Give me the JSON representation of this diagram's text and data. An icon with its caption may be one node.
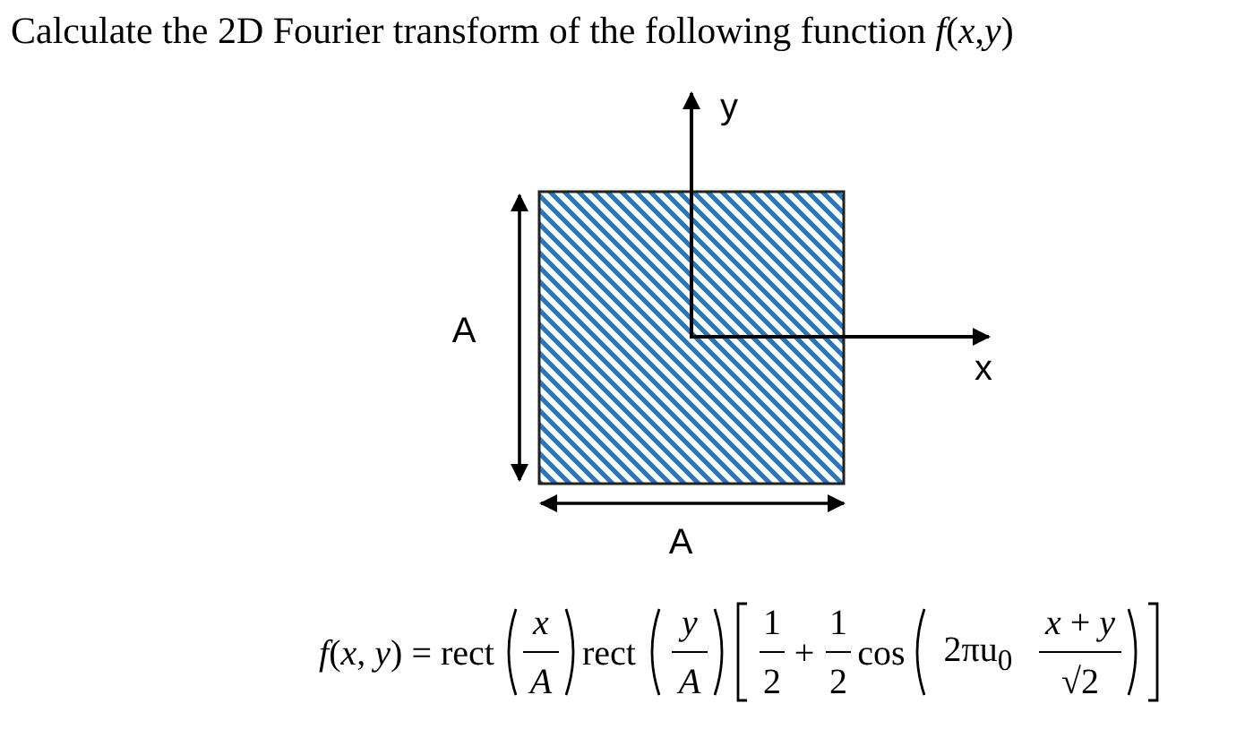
{
  "diagram": {
    "title": "Calculate the 2D Fourier transform of the following function *f*(*x*,*y*)",
    "labels": [
      "y",
      "A",
      "x",
      "A",
      "*f*(*x*, *y*) = rect",
      "x",
      "A",
      "rect",
      "y",
      "A",
      "1",
      "2",
      "+",
      "1",
      "2",
      "cos",
      "2πu$_{0}$",
      "*x* + *y*",
      "√2"
    ]
  }
}
